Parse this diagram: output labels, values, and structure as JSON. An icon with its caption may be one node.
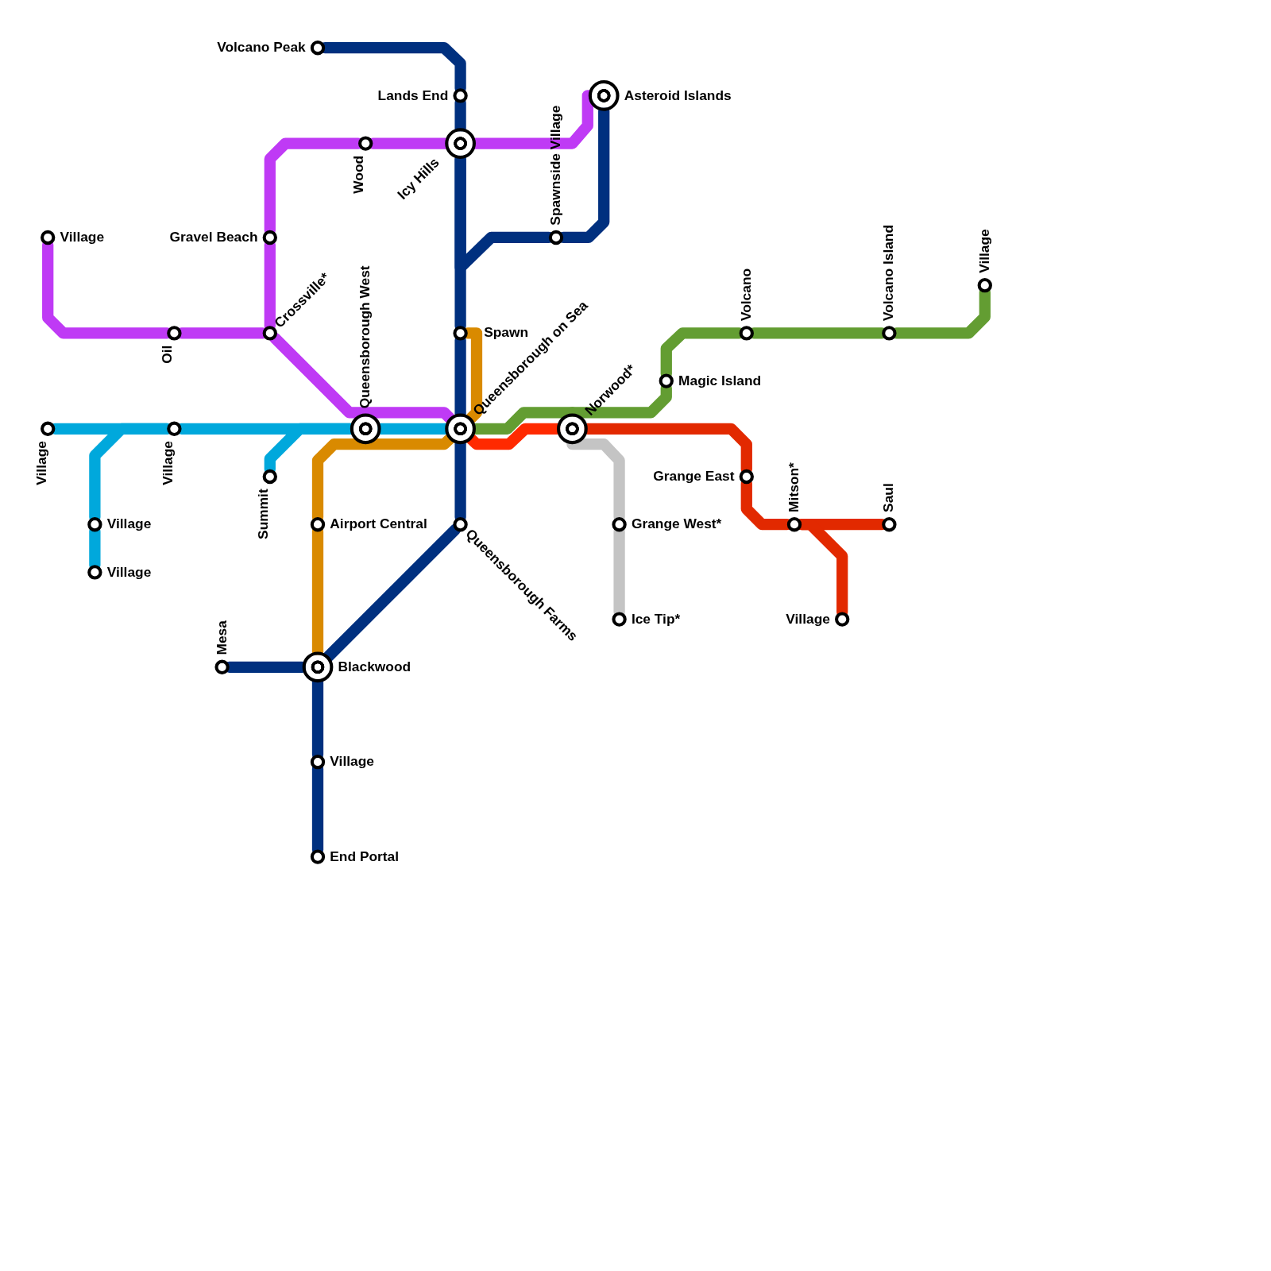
{
  "diagram": {
    "nodes": [
      {
        "text": [
          "Volcano Peak"
        ]
      },
      {
        "text": [
          "Lands End"
        ]
      },
      {
        "text": [
          "Asteroid Islands"
        ]
      },
      {
        "text": [
          "Icy Hills"
        ]
      },
      {
        "text": [
          "Wood"
        ]
      },
      {
        "text": [
          "Village"
        ]
      },
      {
        "text": [
          "Gravel Beach"
        ]
      },
      {
        "text": [
          "Spawnside Village"
        ]
      },
      {
        "text": [
          "Oil"
        ]
      },
      {
        "text": [
          "Crossville*"
        ]
      },
      {
        "text": [
          "Spawn"
        ]
      },
      {
        "text": [
          "Volcano"
        ]
      },
      {
        "text": [
          "Volcano Island"
        ]
      },
      {
        "text": [
          "Village"
        ]
      },
      {
        "text": [
          "Magic Island"
        ]
      },
      {
        "text": [
          "Village"
        ]
      },
      {
        "text": [
          "Village"
        ]
      },
      {
        "text": [
          "Queensborough West"
        ]
      },
      {
        "text": [
          "Queensborough on Sea"
        ]
      },
      {
        "text": [
          "Norwood*"
        ]
      },
      {
        "text": [
          "Grange East"
        ]
      },
      {
        "text": [
          "Summit"
        ]
      },
      {
        "text": [
          "Village"
        ]
      },
      {
        "text": [
          "Airport Central"
        ]
      },
      {
        "text": [
          "Queensborough Farms"
        ]
      },
      {
        "text": [
          "Grange West*"
        ]
      },
      {
        "text": [
          "Mitson*"
        ]
      },
      {
        "text": [
          "Saul"
        ]
      },
      {
        "text": [
          "Village"
        ]
      },
      {
        "text": [
          "Ice Tip*"
        ]
      },
      {
        "text": [
          "Village"
        ]
      },
      {
        "text": [
          "Mesa"
        ]
      },
      {
        "text": [
          "Blackwood"
        ]
      },
      {
        "text": [
          "Village"
        ]
      },
      {
        "text": [
          "End Portal"
        ]
      }
    ],
    "edges": [
      {
        "from": 0,
        "to": 1,
        "arrow": "none",
        "color": "#00307f"
      },
      {
        "from": 1,
        "to": 3,
        "arrow": "none",
        "color": "#00307f"
      },
      {
        "from": 3,
        "to": 7,
        "arrow": "none",
        "color": "#00307f"
      },
      {
        "from": 7,
        "to": 2,
        "arrow": "none",
        "color": "#00307f"
      },
      {
        "from": 3,
        "to": 10,
        "arrow": "none",
        "color": "#00307f"
      },
      {
        "from": 10,
        "to": 18,
        "arrow": "none",
        "color": "#00307f"
      },
      {
        "from": 18,
        "to": 24,
        "arrow": "none",
        "color": "#00307f"
      },
      {
        "from": 24,
        "to": 32,
        "arrow": "none",
        "color": "#00307f"
      },
      {
        "from": 31,
        "to": 32,
        "arrow": "none",
        "color": "#00307f"
      },
      {
        "from": 32,
        "to": 33,
        "arrow": "none",
        "color": "#00307f"
      },
      {
        "from": 33,
        "to": 34,
        "arrow": "none",
        "color": "#00307f"
      },
      {
        "from": 2,
        "to": 3,
        "arrow": "none",
        "color": "#bf3af5"
      },
      {
        "from": 3,
        "to": 4,
        "arrow": "none",
        "color": "#bf3af5"
      },
      {
        "from": 4,
        "to": 6,
        "arrow": "none",
        "color": "#bf3af5"
      },
      {
        "from": 6,
        "to": 9,
        "arrow": "none",
        "color": "#bf3af5"
      },
      {
        "from": 5,
        "to": 8,
        "arrow": "none",
        "color": "#bf3af5"
      },
      {
        "from": 8,
        "to": 9,
        "arrow": "none",
        "color": "#bf3af5"
      },
      {
        "from": 9,
        "to": 17,
        "arrow": "none",
        "color": "#bf3af5"
      },
      {
        "from": 17,
        "to": 18,
        "arrow": "none",
        "color": "#bf3af5"
      },
      {
        "from": 15,
        "to": 16,
        "arrow": "none",
        "color": "#00a8dc"
      },
      {
        "from": 16,
        "to": 17,
        "arrow": "none",
        "color": "#00a8dc"
      },
      {
        "from": 17,
        "to": 18,
        "arrow": "none",
        "color": "#00a8dc"
      },
      {
        "from": 16,
        "to": 22,
        "arrow": "none",
        "color": "#00a8dc"
      },
      {
        "from": 22,
        "to": 28,
        "arrow": "none",
        "color": "#00a8dc"
      },
      {
        "from": 17,
        "to": 21,
        "arrow": "none",
        "color": "#00a8dc"
      },
      {
        "from": 10,
        "to": 18,
        "arrow": "none",
        "color": "#d98a00"
      },
      {
        "from": 18,
        "to": 23,
        "arrow": "none",
        "color": "#d98a00"
      },
      {
        "from": 23,
        "to": 32,
        "arrow": "none",
        "color": "#d98a00"
      },
      {
        "from": 18,
        "to": 19,
        "arrow": "none",
        "color": "#639d32"
      },
      {
        "from": 19,
        "to": 14,
        "arrow": "none",
        "color": "#639d32"
      },
      {
        "from": 14,
        "to": 11,
        "arrow": "none",
        "color": "#639d32"
      },
      {
        "from": 11,
        "to": 12,
        "arrow": "none",
        "color": "#639d32"
      },
      {
        "from": 12,
        "to": 13,
        "arrow": "none",
        "color": "#639d32"
      },
      {
        "from": 18,
        "to": 19,
        "arrow": "none",
        "color": "#ff2a00"
      },
      {
        "from": 19,
        "to": 20,
        "arrow": "none",
        "color": "#e22900"
      },
      {
        "from": 20,
        "to": 26,
        "arrow": "none",
        "color": "#e22900"
      },
      {
        "from": 26,
        "to": 27,
        "arrow": "none",
        "color": "#e22900"
      },
      {
        "from": 26,
        "to": 30,
        "arrow": "none",
        "color": "#e22900"
      },
      {
        "from": 19,
        "to": 25,
        "arrow": "none",
        "color": "#c4c4c4"
      },
      {
        "from": 25,
        "to": 29,
        "arrow": "none",
        "color": "#c4c4c4"
      }
    ]
  }
}
